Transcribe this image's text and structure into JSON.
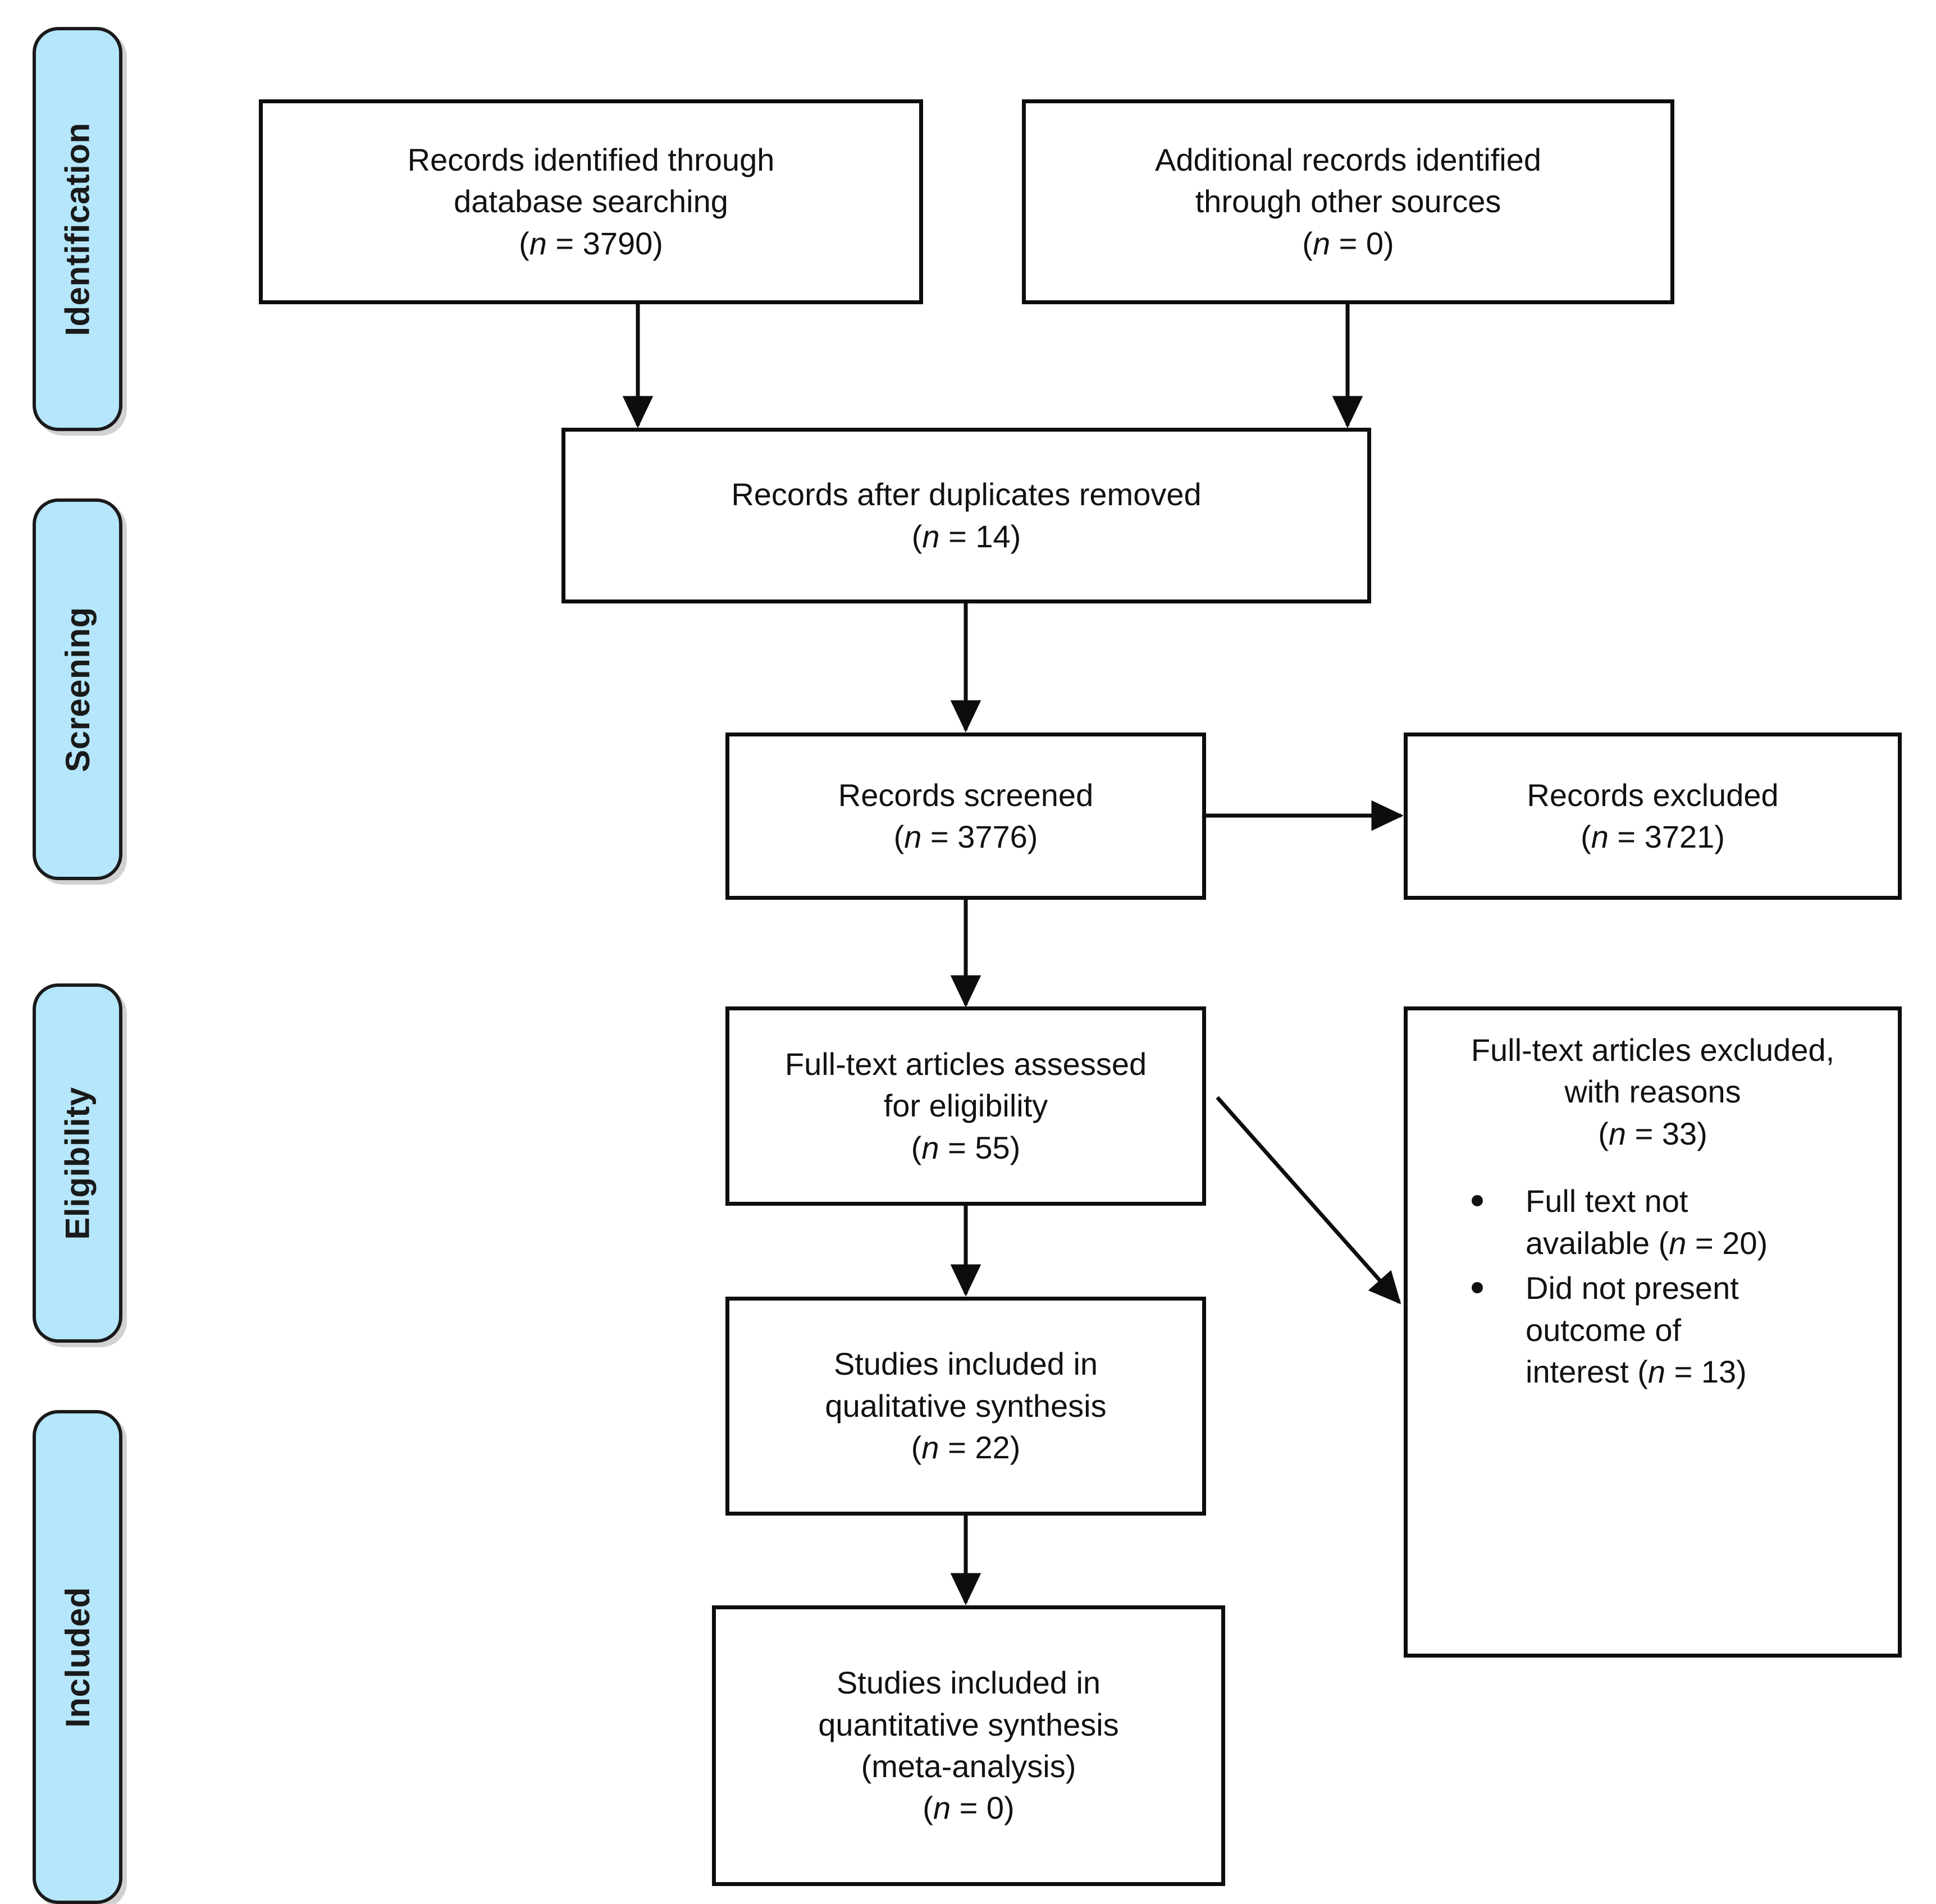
{
  "diagram": {
    "type": "prisma-flow-diagram",
    "stages": [
      {
        "id": "identification",
        "label": "Identification"
      },
      {
        "id": "screening",
        "label": "Screening"
      },
      {
        "id": "eligibility",
        "label": "Eligibility"
      },
      {
        "id": "included",
        "label": "Included"
      }
    ],
    "colors": {
      "stage_fill": "#b5e6fb",
      "stage_border": "#1a1a1a",
      "box_border": "#0d0d0d",
      "box_fill": "#ffffff",
      "text": "#111111"
    },
    "boxes": {
      "records_identified": {
        "line1": "Records identified through",
        "line2": "database searching",
        "count_prefix": "(",
        "count_var": "n",
        "count_text": " = 3790)",
        "n": 3790
      },
      "additional_records": {
        "line1": "Additional records identified",
        "line2": "through other sources",
        "count_var": "n",
        "count_text": " = 0)",
        "n": 0
      },
      "after_duplicates": {
        "line1": "Records after duplicates removed",
        "count_var": "n",
        "count_text": " = 14)",
        "n": 14
      },
      "records_screened": {
        "line1": "Records screened",
        "count_var": "n",
        "count_text": " = 3776)",
        "n": 3776
      },
      "records_excluded": {
        "line1": "Records excluded",
        "count_var": "n",
        "count_text": " = 3721)",
        "n": 3721
      },
      "fulltext_assessed": {
        "line1": "Full-text articles assessed",
        "line2": "for eligibility",
        "count_var": "n",
        "count_text": " = 55)",
        "n": 55
      },
      "fulltext_excluded": {
        "line1": "Full-text articles excluded,",
        "line2": "with reasons",
        "count_var": "n",
        "count_text": " = 33)",
        "n": 33,
        "reasons": [
          {
            "text_line1": "Full text not",
            "text_line2_pre": "available (",
            "text_line2_var": "n",
            "text_line2_post": " = 20)",
            "n": 20
          },
          {
            "text_line1": "Did not present",
            "text_line2": "outcome of",
            "text_line3_pre": "interest (",
            "text_line3_var": "n",
            "text_line3_post": " = 13)",
            "n": 13
          }
        ]
      },
      "qualitative": {
        "line1": "Studies included in",
        "line2": "qualitative synthesis",
        "count_var": "n",
        "count_text": " = 22)",
        "n": 22
      },
      "quantitative": {
        "line1": "Studies included in",
        "line2": "quantitative synthesis",
        "line3": "(meta-analysis)",
        "count_var": "n",
        "count_text": " = 0)",
        "n": 0
      }
    }
  }
}
